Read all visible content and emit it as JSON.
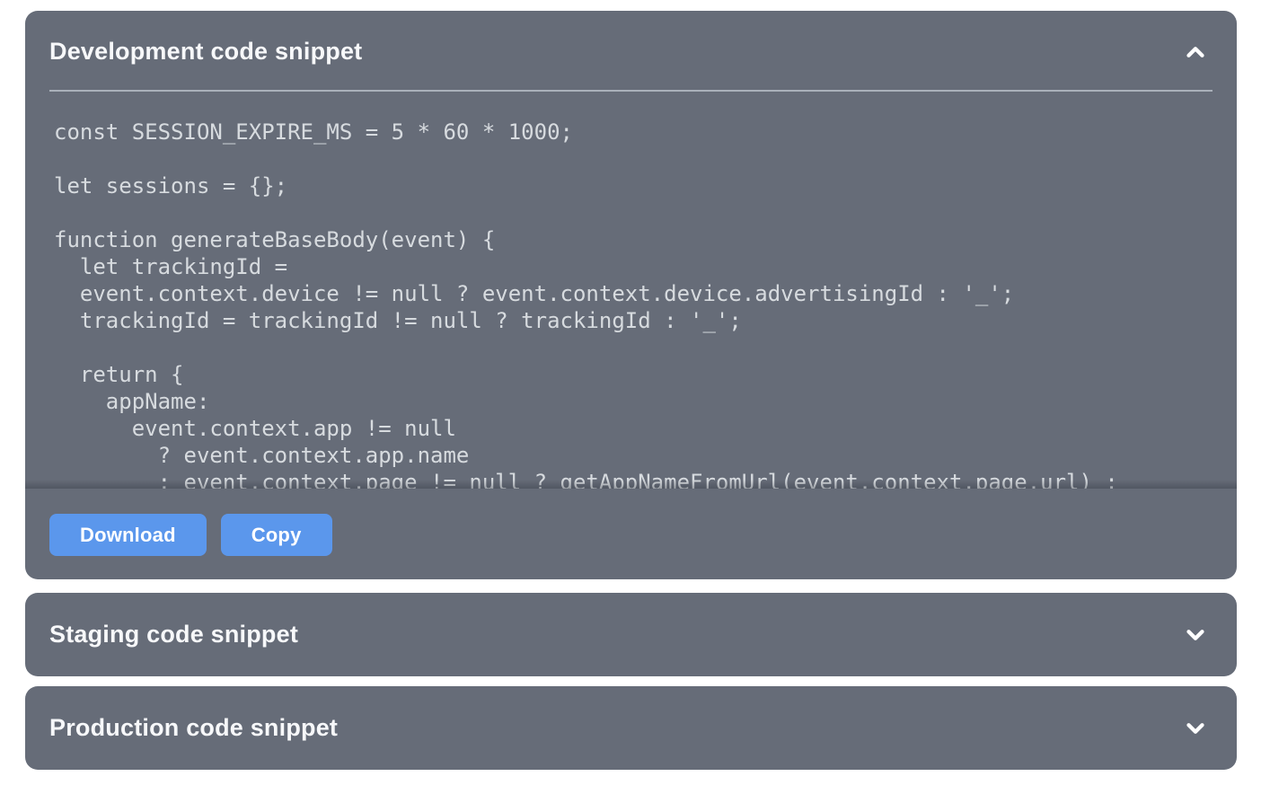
{
  "panels": {
    "development": {
      "title": "Development code snippet",
      "code": "const SESSION_EXPIRE_MS = 5 * 60 * 1000;\n\nlet sessions = {};\n\nfunction generateBaseBody(event) {\n  let trackingId =\n  event.context.device != null ? event.context.device.advertisingId : '_';\n  trackingId = trackingId != null ? trackingId : '_';\n\n  return {\n    appName:\n      event.context.app != null\n        ? event.context.app.name\n        : event.context.page != null ? getAppNameFromUrl(event.context.page.url) :",
      "download_label": "Download",
      "copy_label": "Copy",
      "expanded": true
    },
    "staging": {
      "title": "Staging code snippet",
      "expanded": false
    },
    "production": {
      "title": "Production code snippet",
      "expanded": false
    }
  },
  "icons": {
    "development_header": "chevron-up-icon",
    "staging_header": "chevron-down-icon",
    "production_header": "chevron-down-icon"
  },
  "colors": {
    "page_background": "#ffffff",
    "panel_background": "#666c78",
    "button_blue": "#5b97ec",
    "title_text": "#f7f8fa",
    "code_text": "#d7dbdf",
    "divider": "#a9b0ba"
  }
}
